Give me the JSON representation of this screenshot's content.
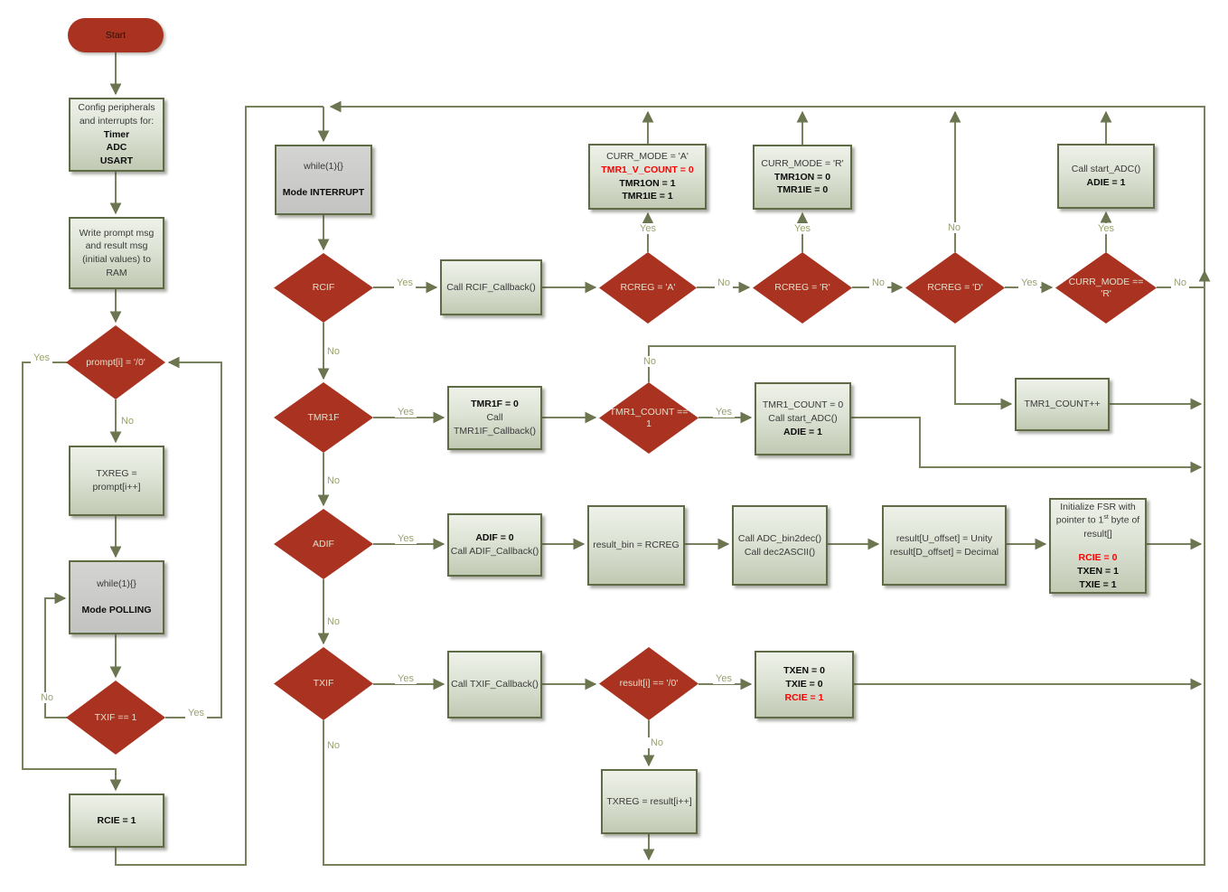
{
  "labels": {
    "yes": "Yes",
    "no": "No"
  },
  "colors": {
    "diamond_fill": "#a93320",
    "connector_line": "#77815c",
    "box_border": "#5e6b44",
    "highlight_text": "#ff0000"
  },
  "nodes": {
    "start": {
      "text": "Start"
    },
    "config": {
      "l1": "Config peripherals",
      "l2": "and interrupts for:",
      "l3": "Timer",
      "l4": "ADC",
      "l5": "USART"
    },
    "write_prompt": {
      "l1": "Write prompt msg",
      "l2": "and result msg",
      "l3": "(initial values) to",
      "l4": "RAM"
    },
    "prompt_check": {
      "text": "prompt[i] = '/0'"
    },
    "txreg_prompt": {
      "l1": "TXREG =",
      "l2": "prompt[i++]"
    },
    "while_polling": {
      "l1": "while(1){}",
      "l2": "Mode POLLING"
    },
    "txif_poll": {
      "text": "TXIF == 1"
    },
    "rcie_1": {
      "text": "RCIE = 1"
    },
    "while_interrupt": {
      "l1": "while(1){}",
      "l2": "Mode INTERRUPT"
    },
    "rcif": {
      "text": "RCIF"
    },
    "rcif_callback": {
      "text": "Call RCIF_Callback()"
    },
    "rcreg_a": {
      "text": "RCREG = 'A'"
    },
    "curr_mode_a": {
      "l1": "CURR_MODE = 'A'",
      "l2": "TMR1_V_COUNT = 0",
      "l3": "TMR1ON = 1",
      "l4": "TMR1IE = 1"
    },
    "rcreg_r": {
      "text": "RCREG = 'R'"
    },
    "curr_mode_r": {
      "l1": "CURR_MODE = 'R'",
      "l2": "TMR1ON = 0",
      "l3": "TMR1IE = 0"
    },
    "rcreg_d": {
      "text": "RCREG = 'D'"
    },
    "curr_mode_check": {
      "l1": "CURR_MODE ==",
      "l2": "'R'"
    },
    "start_adc": {
      "l1": "Call start_ADC()",
      "l2": "ADIE = 1"
    },
    "tmr1f": {
      "text": "TMR1F"
    },
    "tmr1f_box": {
      "l1": "TMR1F = 0",
      "l2": "Call",
      "l3": "TMR1IF_Callback()"
    },
    "tmr1_count_check": {
      "l1": "TMR1_COUNT ==",
      "l2": "1"
    },
    "tmr1_count_0": {
      "l1": "TMR1_COUNT = 0",
      "l2": "Call start_ADC()",
      "l3": "ADIE = 1"
    },
    "tmr1_count_pp": {
      "text": "TMR1_COUNT++"
    },
    "adif": {
      "text": "ADIF"
    },
    "adif_box": {
      "l1": "ADIF = 0",
      "l2": "Call ADIF_Callback()"
    },
    "result_bin": {
      "text": "result_bin = RCREG"
    },
    "bin2dec": {
      "l1": "Call ADC_bin2dec()",
      "l2": "Call dec2ASCII()"
    },
    "u_offset": {
      "l1": "result[U_offset] = Unity",
      "l2": "result[D_offset] = Decimal"
    },
    "fsr": {
      "l1": "Initialize FSR with",
      "l2a": "pointer to 1",
      "l2sup": "st",
      "l2b": " byte of",
      "l3": "result[]",
      "l4": "RCIE = 0",
      "l5": "TXEN = 1",
      "l6": "TXIE = 1"
    },
    "txif_int": {
      "text": "TXIF"
    },
    "txif_callback": {
      "text": "Call TXIF_Callback()"
    },
    "result_i_check": {
      "text": "result[i] == '/0'"
    },
    "txen_box": {
      "l1": "TXEN = 0",
      "l2": "TXIE = 0",
      "l3": "RCIE = 1"
    },
    "txreg_result": {
      "text": "TXREG = result[i++]"
    }
  }
}
